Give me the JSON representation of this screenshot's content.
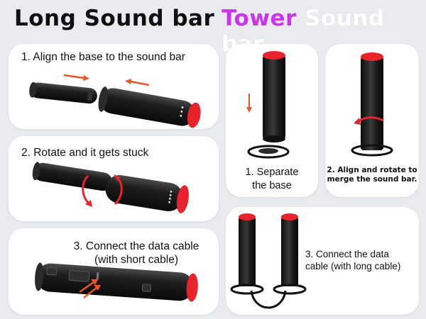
{
  "header": {
    "left_title": "Long Sound bar",
    "right_title_part1": "Tower",
    "right_title_part2": "Sound bar"
  },
  "long_bar_steps": [
    {
      "text": "1. Align the base to the sound bar"
    },
    {
      "text": "2. Rotate and it gets stuck"
    },
    {
      "line1": "3. Connect the data cable",
      "line2": "(with short cable)"
    }
  ],
  "tower_steps": [
    {
      "line1": "1. Separate",
      "line2": "the base"
    },
    {
      "line1": "2. Align and rotate to",
      "line2": "merge the sound bar."
    },
    {
      "line1": "3. Connect the data",
      "line2": "cable  (with long cable)"
    }
  ],
  "colors": {
    "accent_red": "#e8232b",
    "title_purple": "#cc33ee",
    "speaker_black": "#1b1b1b"
  }
}
